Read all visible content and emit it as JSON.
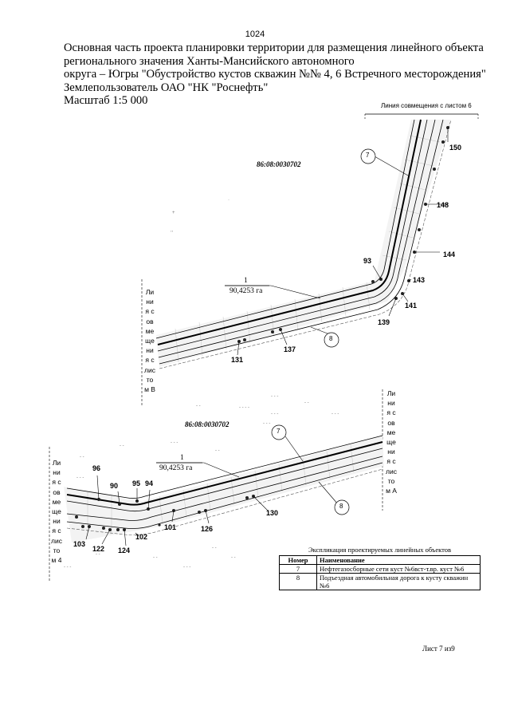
{
  "page_number": "1024",
  "title_lines": [
    "Основная часть проекта планировки территории для размещения линейного объекта",
    "регионального значения Ханты-Мансийского автономного",
    "округа – Югры \"Обустройство кустов скважин №№ 4, 6 Встречного месторождения\"",
    "Землепользователь ОАО \"НК \"Роснефть\"",
    "Масштаб 1:5 000"
  ],
  "map": {
    "top_match_line": "Линия совмещения с листом 6",
    "cadastral_1": "86:08:0030702",
    "cadastral_2": "86:08:0030702",
    "plot_1": {
      "number": "1",
      "area": "90,4253 га"
    },
    "plot_2": {
      "number": "1",
      "area": "90,4253 га"
    },
    "callouts": [
      "7",
      "8",
      "7",
      "8"
    ],
    "points_upper": [
      "150",
      "148",
      "144",
      "143",
      "141",
      "139",
      "93",
      "137",
      "131"
    ],
    "points_lower": [
      "96",
      "90",
      "95",
      "94",
      "101",
      "126",
      "130",
      "103",
      "122",
      "124",
      "102"
    ],
    "match_line_v": "Линия совмещения с листом В",
    "match_line_a": "Линия совмещения с листом А",
    "match_line_4": "Линия совмещения с листом 4"
  },
  "legend": {
    "caption": "Экспликация проектируемых линейных объектов",
    "headers": [
      "Номер",
      "Наименование"
    ],
    "rows": [
      [
        "7",
        "Нефтегазосборные сети куст №6вст-т.вр. куст №6"
      ],
      [
        "8",
        "Подъездная автомобильная дорога к кусту скважин №6"
      ]
    ]
  },
  "sheet_label": "Лист 7 из9"
}
